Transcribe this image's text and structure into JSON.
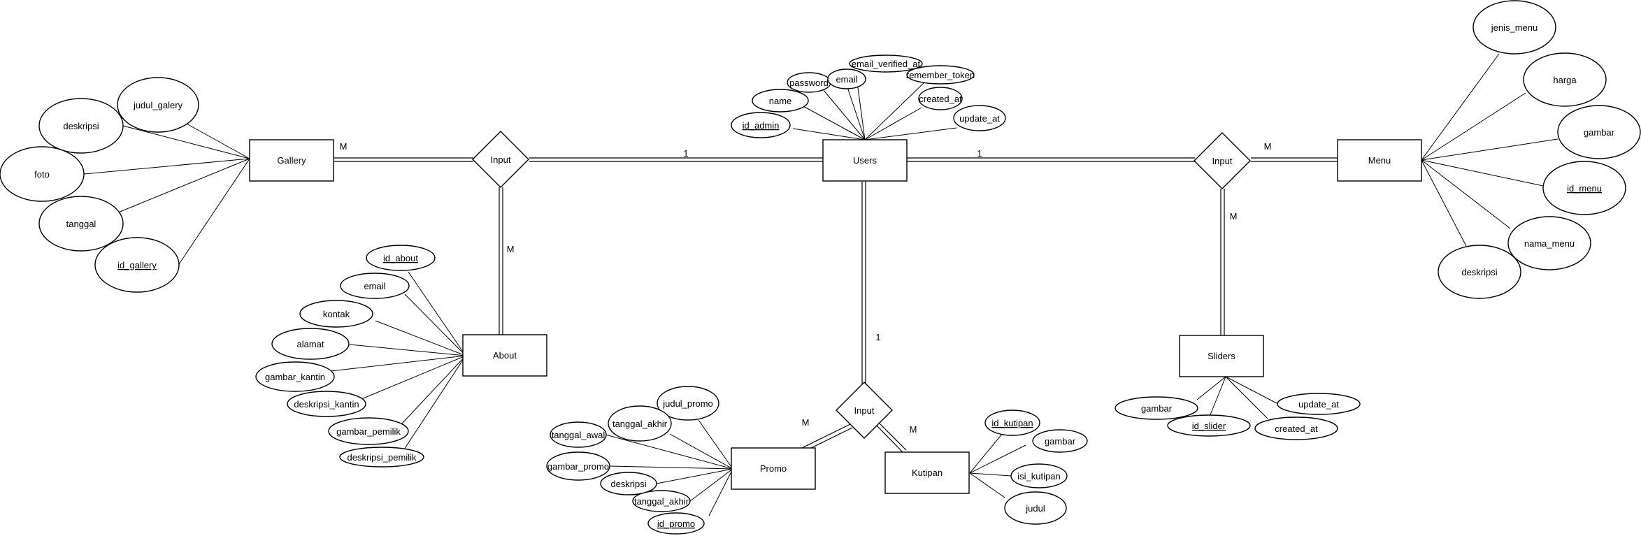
{
  "entities": {
    "users": "Users",
    "gallery": "Gallery",
    "menu": "Menu",
    "about": "About",
    "sliders": "Sliders",
    "promo": "Promo",
    "kutipan": "Kutipan"
  },
  "relationships": {
    "gallery_input": "Input",
    "menu_input": "Input",
    "promo_input": "Input"
  },
  "cardinalities": {
    "gallery_m": "M",
    "users_gallery_1": "1",
    "about_m": "M",
    "users_menu_1": "1",
    "menu_m": "M",
    "sliders_m": "M",
    "users_promo_1": "1",
    "promo_m": "M",
    "kutipan_m": "M"
  },
  "attributes": {
    "users": {
      "id_admin": "id_admin",
      "name": "name",
      "password": "password",
      "email": "email",
      "email_verified_at": "email_verified_at",
      "remember_token": "remember_token",
      "created_at": "created_at",
      "update_at": "update_at"
    },
    "gallery": {
      "judul_galery": "judul_galery",
      "deskripsi": "deskripsi",
      "foto": "foto",
      "tanggal": "tanggal",
      "id_gallery": "id_gallery"
    },
    "menu": {
      "jenis_menu": "jenis_menu",
      "harga": "harga",
      "gambar": "gambar",
      "id_menu": "id_menu",
      "nama_menu": "nama_menu",
      "deskripsi": "deskripsi"
    },
    "about": {
      "id_about": "id_about",
      "email": "email",
      "kontak": "kontak",
      "alamat": "alamat",
      "gambar_kantin": "gambar_kantin",
      "deskripsi_kantin": "deskripsi_kantin",
      "gambar_pemilik": "gambar_pemilik",
      "deskripsi_pemilik": "deskripsi_pemilik"
    },
    "sliders": {
      "gambar": "gambar",
      "id_slider": "id_slider",
      "created_at": "created_at",
      "update_at": "update_at"
    },
    "promo": {
      "judul_promo": "judul_promo",
      "tanggal_akhir_1": "tanggal_akhir",
      "tanggal_awal": "tanggal_awal",
      "gambar_promo": "gambar_promo",
      "deskripsi": "deskripsi",
      "tanggal_akhir_2": "tanggal_akhir",
      "id_promo": "id_promo"
    },
    "kutipan": {
      "id_kutipan": "id_kutipan",
      "gambar": "gambar",
      "isi_kutipan": "isi_kutipan",
      "judul": "judul"
    }
  }
}
